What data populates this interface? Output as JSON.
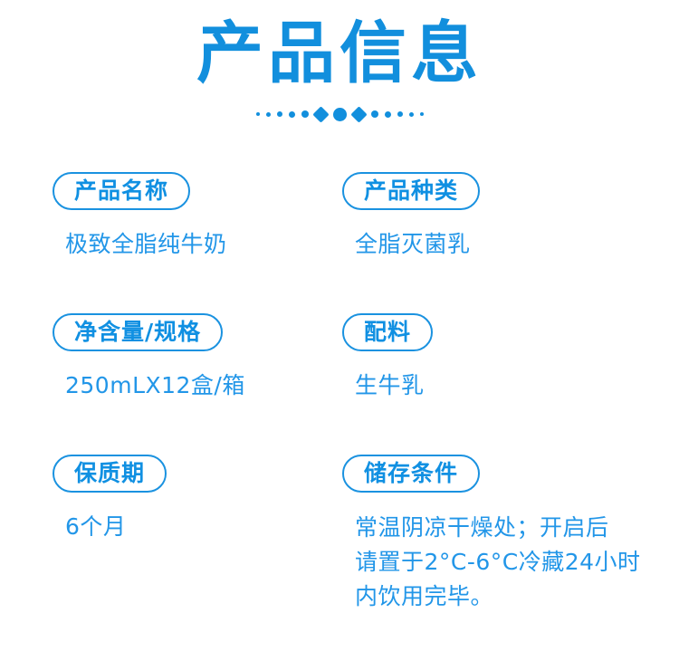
{
  "header": {
    "title": "产品信息",
    "accent_color": "#128fdd",
    "divider": {
      "left_dots": [
        "d1",
        "d2",
        "d3",
        "d4",
        "d5"
      ],
      "right_dots": [
        "d5",
        "d4",
        "d3",
        "d2",
        "d1"
      ],
      "center": [
        "diamond",
        "big-dot",
        "diamond"
      ]
    }
  },
  "rows": [
    {
      "left": {
        "label": "产品名称",
        "value": "极致全脂纯牛奶"
      },
      "right": {
        "label": "产品种类",
        "value": "全脂灭菌乳"
      }
    },
    {
      "left": {
        "label": "净含量/规格",
        "value": "250mLX12盒/箱"
      },
      "right": {
        "label": "配料",
        "value": "生牛乳"
      }
    },
    {
      "left": {
        "label": "保质期",
        "value": "6个月"
      },
      "right": {
        "label": "储存条件",
        "value": "常温阴凉干燥处；开启后\n请置于2°C-6°C冷藏24小时\n内饮用完毕。"
      }
    }
  ],
  "colors": {
    "title_blue": "#128fdd",
    "pill_border_blue": "#1a92e0",
    "pill_text_blue": "#1090e2",
    "value_blue": "#2296e8",
    "background": "#ffffff"
  }
}
